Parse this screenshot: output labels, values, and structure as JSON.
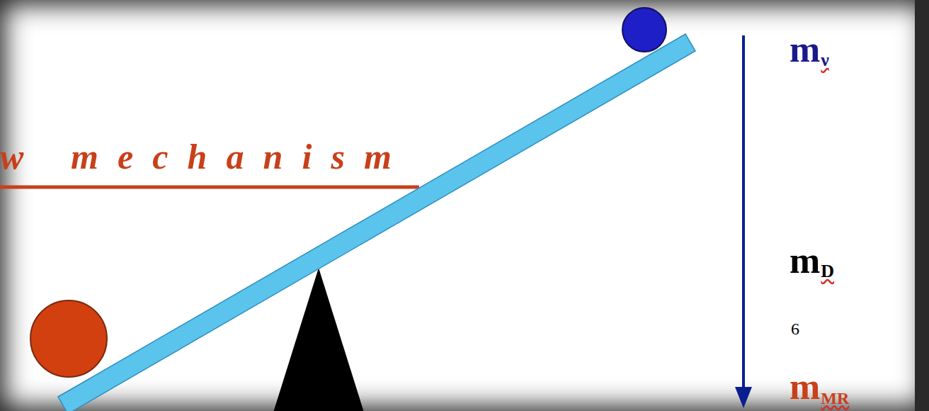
{
  "diagram": {
    "labels": [
      "w mechanism",
      "m",
      "ν",
      "m",
      "D",
      "6",
      "m",
      "MR"
    ]
  }
}
